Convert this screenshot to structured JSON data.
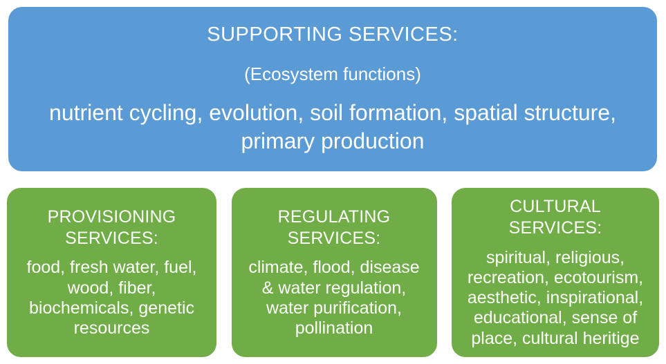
{
  "diagram": {
    "title_semantic": "Ecosystem services diagram"
  },
  "colors": {
    "supporting_bg": "#5B9BD5",
    "service_bg": "#70AD47",
    "text": "#FFFFFF",
    "page_bg": "#FFFFFF"
  },
  "supporting_box": {
    "title": "SUPPORTING SERVICES:",
    "subtitle": "(Ecosystem functions)",
    "body": "nutrient cycling, evolution, soil formation, spatial structure, primary production"
  },
  "service_boxes": [
    {
      "title": "PROVISIONING SERVICES:",
      "body": "food, fresh water, fuel, wood, fiber, biochemicals, genetic resources"
    },
    {
      "title": "REGULATING SERVICES:",
      "body": "climate, flood, disease & water regulation, water purification, pollination"
    },
    {
      "title": "CULTURAL SERVICES:",
      "body": "spiritual, religious, recreation, ecotourism, aesthetic, inspirational, educational, sense of place, cultural heritige"
    }
  ]
}
